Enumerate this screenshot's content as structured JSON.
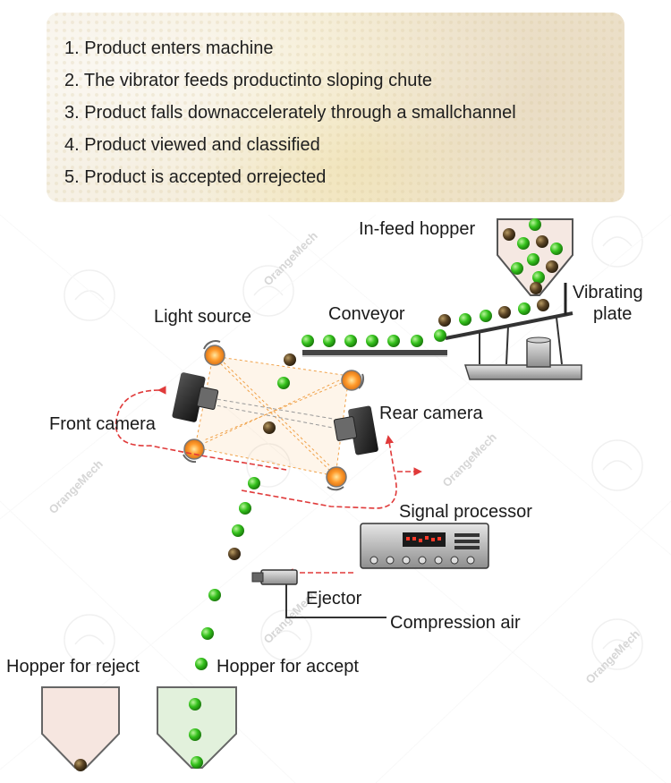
{
  "steps": [
    "1. Product enters machine",
    "2. The vibrator feeds productinto sloping chute",
    "3. Product falls downaccelerately through a smallchannel",
    "4. Product viewed and classified",
    "5. Product is accepted orrejected"
  ],
  "labels": {
    "in_feed_hopper": "In-feed hopper",
    "vibrating_plate_line1": "Vibrating",
    "vibrating_plate_line2": "plate",
    "conveyor": "Conveyor",
    "light_source": "Light source",
    "front_camera": "Front camera",
    "rear_camera": "Rear camera",
    "signal_processor": "Signal processor",
    "ejector": "Ejector",
    "compression_air": "Compression air",
    "hopper_reject": "Hopper for reject",
    "hopper_accept": "Hopper for accept"
  },
  "watermark": "OrangeMech",
  "colors": {
    "good_product": "#33c21b",
    "bad_product": "#5a4524",
    "light_beam": "#f0a24a",
    "signal_line": "#e03a3a",
    "reject_hopper": "#f6e6e0",
    "accept_hopper": "#e2f1dc"
  }
}
